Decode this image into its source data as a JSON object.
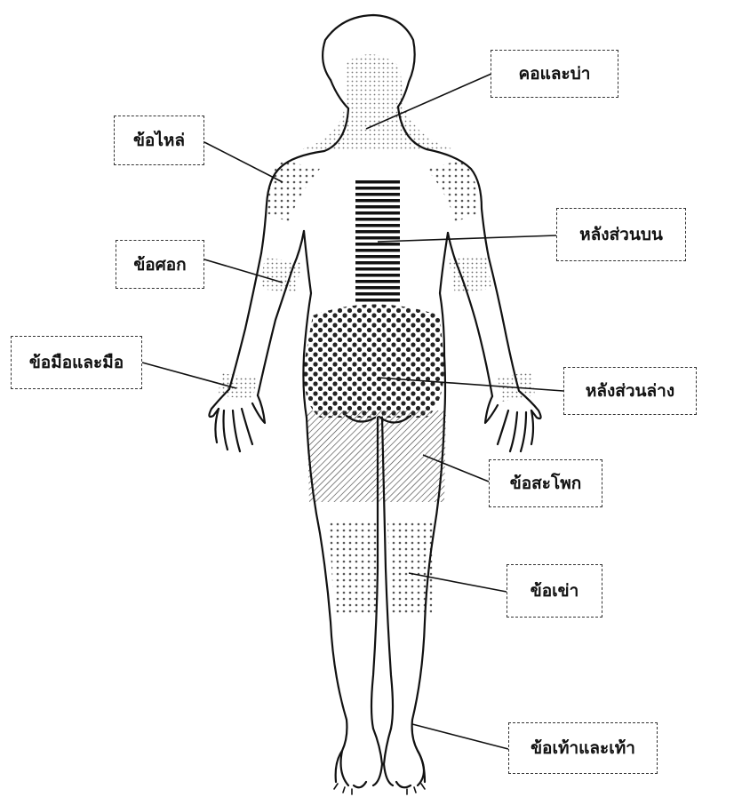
{
  "labels": {
    "neck_shoulder": "คอและบ่า",
    "shoulder_joint": "ข้อไหล่",
    "upper_back": "หลังส่วนบน",
    "elbow": "ข้อศอก",
    "wrist_hand": "ข้อมือและมือ",
    "lower_back": "หลังส่วนล่าง",
    "hip": "ข้อสะโพก",
    "knee": "ข้อเข่า",
    "ankle_foot": "ข้อเท้าและเท้า"
  },
  "colors": {
    "outline": "#111111",
    "dots": "#555555",
    "hatch": "#333333",
    "label_border": "#333333"
  }
}
